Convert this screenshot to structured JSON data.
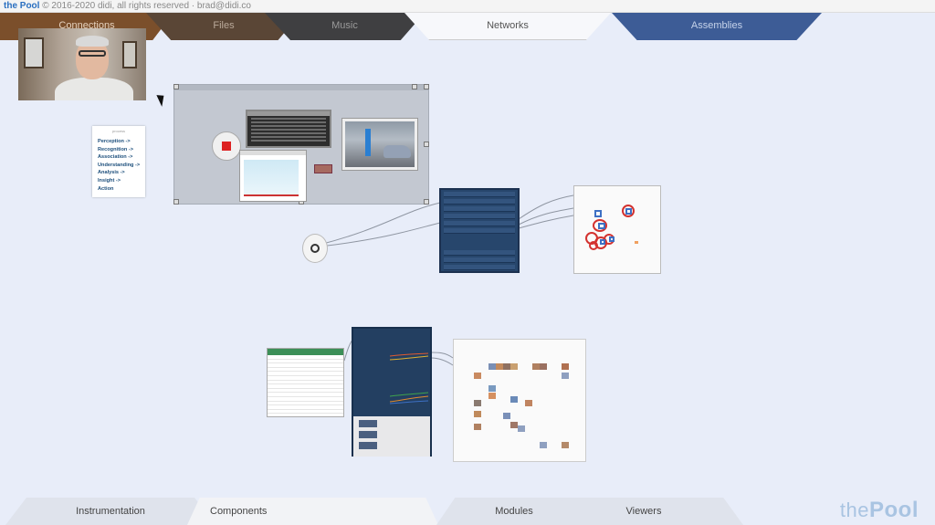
{
  "titlebar": {
    "brand": "the Pool",
    "copyright": "© 2016-2020 didi, all rights reserved  ·  brad@didi.co"
  },
  "top_tabs": [
    {
      "label": "Connections"
    },
    {
      "label": "Files"
    },
    {
      "label": "Music"
    },
    {
      "label": "Networks"
    },
    {
      "label": "Assemblies"
    }
  ],
  "bottom_tabs": [
    {
      "label": "Instrumentation"
    },
    {
      "label": "Components"
    },
    {
      "label": "Modules"
    },
    {
      "label": "Viewers"
    }
  ],
  "process_card": {
    "items": [
      "Perception ->",
      "Recognition ->",
      "Association ->",
      "Understanding ->",
      "Analysis ->",
      "Insight ->",
      "Action"
    ]
  },
  "watermark": {
    "prefix": "the",
    "name": "Pool"
  },
  "colors": {
    "background": "#e8edf9",
    "tab_connections": "#7b4f2b",
    "tab_assemblies": "#3d5c96",
    "node_dark": "#27466c",
    "ring_red": "#d3322f",
    "square_blue": "#3d70c4"
  }
}
